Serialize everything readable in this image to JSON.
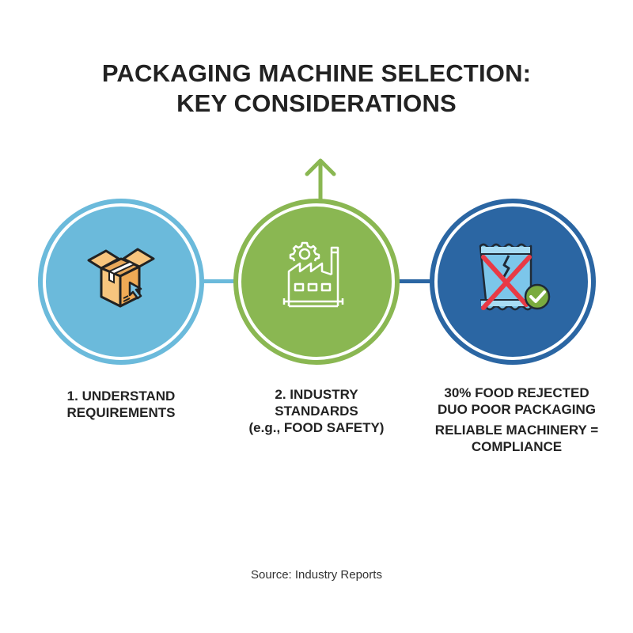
{
  "title": {
    "line1": "PACKAGING MACHINE SELECTION:",
    "line2": "KEY CONSIDERATIONS"
  },
  "colors": {
    "step1": "#6bbadb",
    "step2": "#8ab752",
    "step3": "#2b66a3",
    "cross_red": "#e83a45",
    "check_green": "#7aab3f",
    "box_orange": "#f5b867"
  },
  "steps": [
    {
      "icon": "open-box-with-cursor-icon",
      "lines": [
        "1. UNDERSTAND",
        "REQUIREMENTS"
      ]
    },
    {
      "icon": "factory-with-gear-icon",
      "arrow": "arrow-up-icon",
      "lines": [
        "2. INDUSTRY",
        "STANDARDS",
        "(e.g., FOOD SAFETY)"
      ]
    },
    {
      "icon": "damaged-package-crossed-with-check-icon",
      "lines": [
        "30% FOOD REJECTED",
        "DUO POOR PACKAGING",
        "RELIABLE MACHINERY =",
        "COMPLIANCE"
      ]
    }
  ],
  "source": "Source: Industry Reports"
}
